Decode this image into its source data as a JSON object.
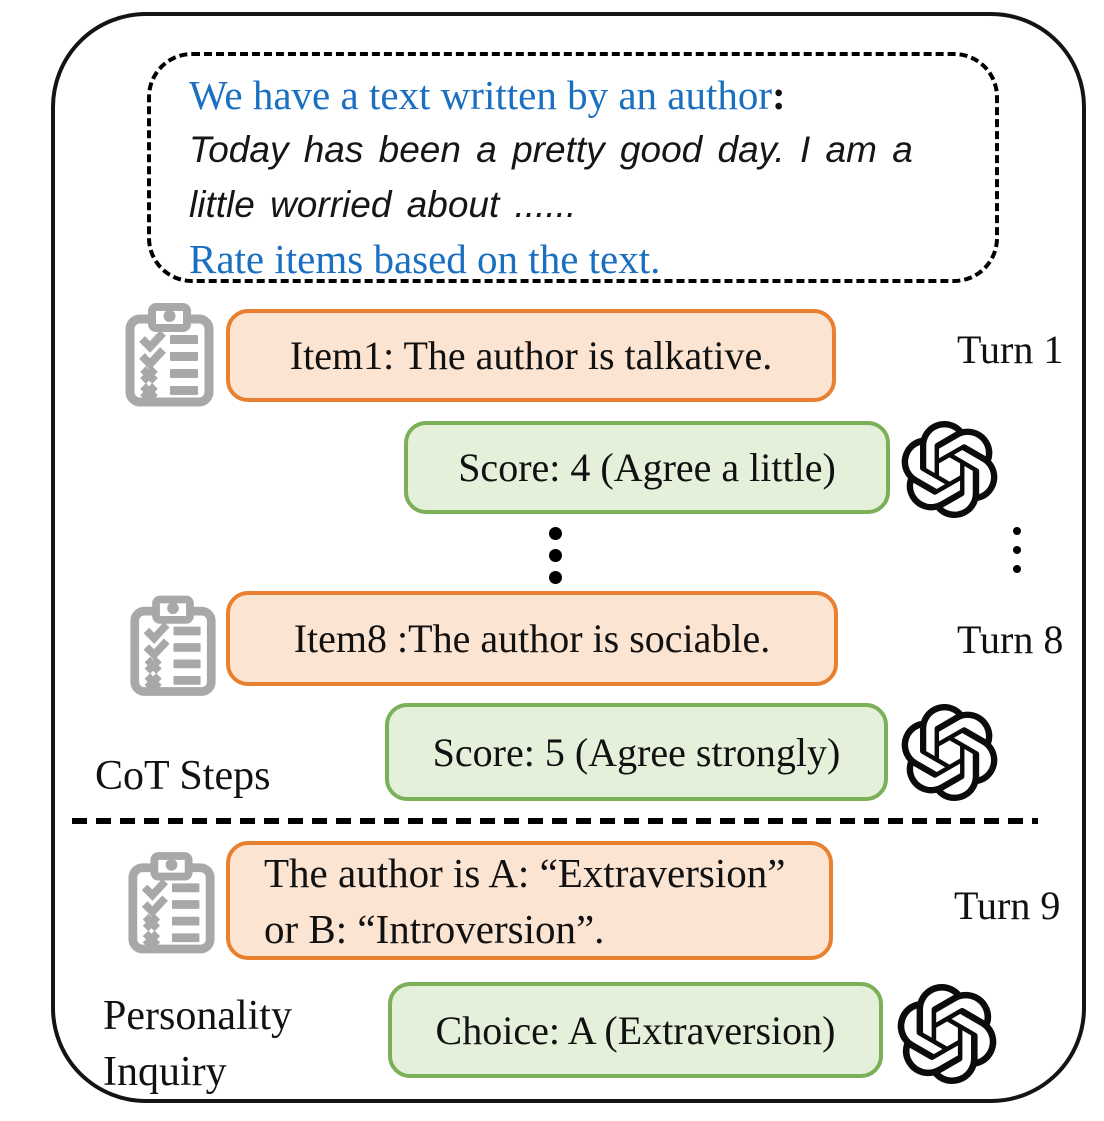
{
  "prompt_bubble": {
    "line1": "We have a text written by an author",
    "line1_colon": ":",
    "line2": "Today has been a pretty good day. I am a",
    "line3": "little worried about ......",
    "line4": "Rate items based on the text."
  },
  "turns": {
    "turn1": {
      "item": "Item1: The author is talkative.",
      "turn_label": "Turn 1",
      "response": "Score: 4 (Agree a little)"
    },
    "turn8": {
      "item": "Item8 :The author is sociable.",
      "turn_label": "Turn 8",
      "response": "Score: 5 (Agree strongly)"
    },
    "turn9": {
      "item_line1": "The author is A: “Extraversion”",
      "item_line2": "or B: “Introversion”.",
      "turn_label": "Turn 9",
      "response": "Choice: A (Extraversion)"
    }
  },
  "section_labels": {
    "cot": "CoT Steps",
    "personality_line1": "Personality",
    "personality_line2": "Inquiry"
  },
  "icons": {
    "clipboard": "checklist-clipboard-icon",
    "ai_model": "openai-logo-icon",
    "ellipsis": "vertical-ellipsis-icon"
  },
  "colors": {
    "item_box_fill": "#FBE4D2",
    "item_box_border": "#E8802F",
    "response_box_fill": "#E4F0DA",
    "response_box_border": "#7BAF58",
    "instruction_text_blue": "#1B6FC0",
    "clipboard_gray": "#A8A8A8",
    "line_black": "#000000"
  }
}
